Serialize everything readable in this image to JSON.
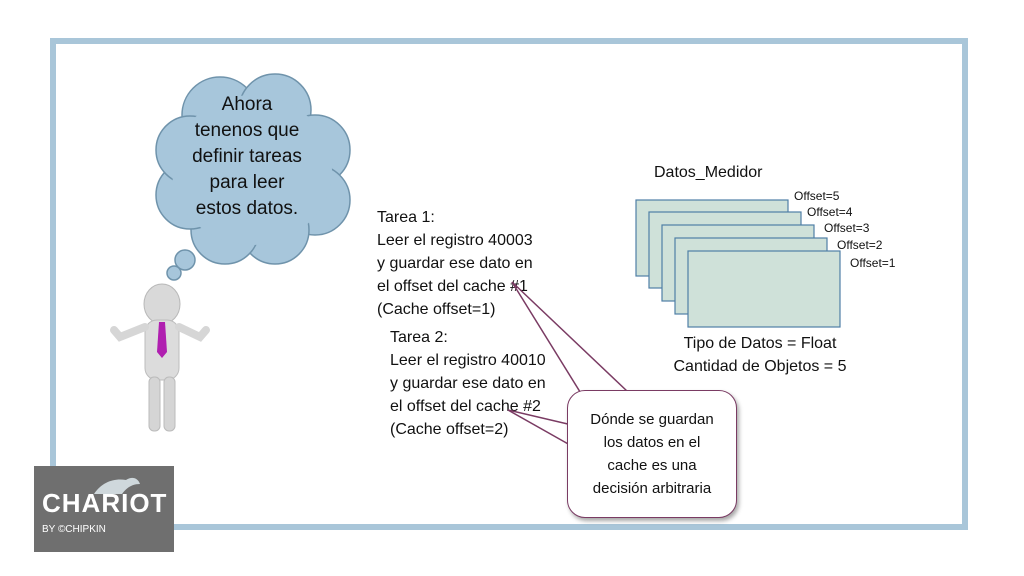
{
  "thought_bubble": {
    "text": "Ahora tenenos que definir tareas para leer estos datos."
  },
  "tasks": [
    {
      "text": "Tarea 1:\nLeer el registro 40003\ny guardar ese dato en\nel offset del cache #1\n(Cache offset=1)"
    },
    {
      "text": "Tarea 2:\nLeer el registro 40010\ny guardar ese dato en\nel offset del cache #2\n(Cache offset=2)"
    }
  ],
  "cache": {
    "title": "Datos_Medidor",
    "offsets": [
      "Offset=5",
      "Offset=4",
      "Offset=3",
      "Offset=2",
      "Offset=1"
    ],
    "caption": "Tipo de Datos = Float\nCantidad de Objetos = 5",
    "card_fill": "#cfe1d9",
    "card_stroke": "#4f7fa6"
  },
  "callout": {
    "text": "Dónde se guardan\nlos datos en el\ncache es una\ndecisión arbitraria"
  },
  "logo": {
    "text": "CHARIOT",
    "sub": "BY ©CHIPKIN"
  },
  "colors": {
    "frame": "#a9c6d9",
    "cloud": "#a7c6db",
    "tie": "#b01fb0",
    "callout_border": "#7a3b63"
  }
}
